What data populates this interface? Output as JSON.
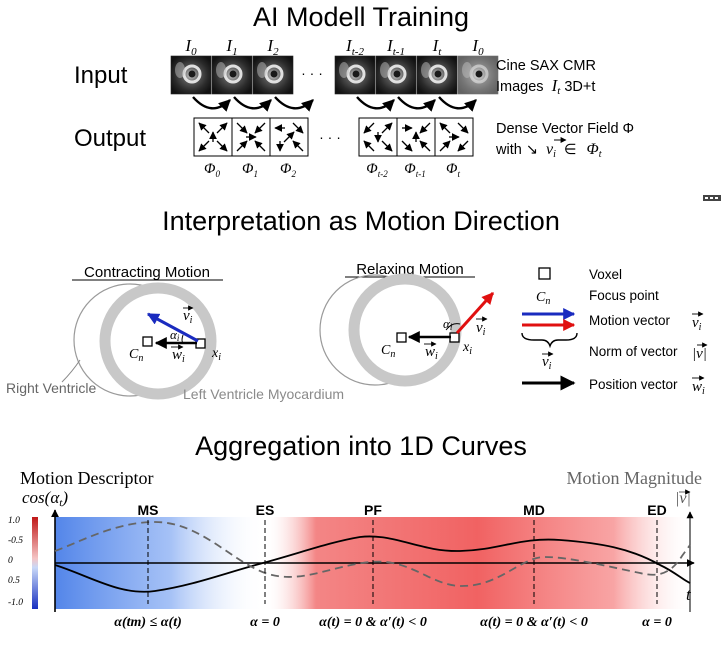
{
  "top": {
    "title": "AI Modell Training",
    "input_label": "Input",
    "output_label": "Output",
    "frame_labels": [
      {
        "base": "I",
        "sub": "0"
      },
      {
        "base": "I",
        "sub": "1"
      },
      {
        "base": "I",
        "sub": "2"
      },
      {
        "base": "I",
        "sub": "t-2"
      },
      {
        "base": "I",
        "sub": "t-1"
      },
      {
        "base": "I",
        "sub": "t"
      },
      {
        "base": "I",
        "sub": "0"
      }
    ],
    "field_labels": [
      {
        "base": "Φ",
        "sub": "0"
      },
      {
        "base": "Φ",
        "sub": "1"
      },
      {
        "base": "Φ",
        "sub": "2"
      },
      {
        "base": "Φ",
        "sub": "t-2"
      },
      {
        "base": "Φ",
        "sub": "t-1"
      },
      {
        "base": "Φ",
        "sub": "t"
      }
    ],
    "ellipsis": "· · ·",
    "input_desc_line1": "Cine SAX CMR",
    "input_desc_line2": "Images",
    "input_desc_math": "I",
    "input_desc_math_sub": "t",
    "input_desc_suffix": " 3D+t",
    "output_desc_line1": "Dense Vector Field Φ",
    "output_desc_line2_prefix": "with ↘",
    "output_desc_vec": "v",
    "output_desc_vec_sub": "i",
    "output_desc_in": "∈",
    "output_desc_phi": "Φ",
    "output_desc_phi_sub": "t"
  },
  "middle": {
    "title": "Interpretation as Motion Direction",
    "contracting_label": "Contracting Motion",
    "relaxing_label": "Relaxing Motion",
    "right_ventricle_label": "Right Ventricle",
    "left_ventricle_label": "Left Ventricle Myocardium",
    "cn_base": "C",
    "cn_sub": "n",
    "xi_base": "x",
    "xi_sub": "i",
    "vi_base": "v",
    "vi_sub": "i",
    "wi_base": "w",
    "wi_sub": "i",
    "alpha_base": "α",
    "alpha_sub": "i",
    "legend": {
      "voxel": "Voxel",
      "focus_point": "Focus point",
      "motion_vector": "Motion vector",
      "norm_vector": "Norm of vector",
      "position_vector": "Position vector",
      "abs_v": "|v|"
    }
  },
  "bottom": {
    "title": "Aggregation into 1D Curves",
    "motion_descriptor_label": "Motion Descriptor",
    "motion_magnitude_label": "Motion Magnitude",
    "cos_label": "cos(α",
    "cos_sub": "t",
    "cos_close": ")",
    "abs_v_label": "|v|",
    "t_label": "t",
    "colorbar_ticks": [
      "1.0",
      "-0.5",
      "0",
      "0.5",
      "-1.0"
    ],
    "phase_labels": [
      "MS",
      "ES",
      "PF",
      "MD",
      "ED"
    ],
    "conditions": [
      "α(tm) ≤ α(t)",
      "α = 0",
      "α(t) = 0 & α′(t) < 0",
      "α(t) = 0 & α′(t) < 0",
      "α = 0"
    ]
  },
  "colors": {
    "contracting_arrow": "#1a2bbf",
    "relaxing_arrow": "#e01010",
    "blue_band": "#5b8ff0",
    "red_band": "#f26262",
    "gray_ring": "#c8c8c8"
  },
  "chart_data": {
    "type": "line",
    "x": [
      "MS",
      "ES",
      "PF",
      "MD",
      "ED"
    ],
    "series": [],
    "ylim": [
      -1.0,
      1.0
    ]
  }
}
